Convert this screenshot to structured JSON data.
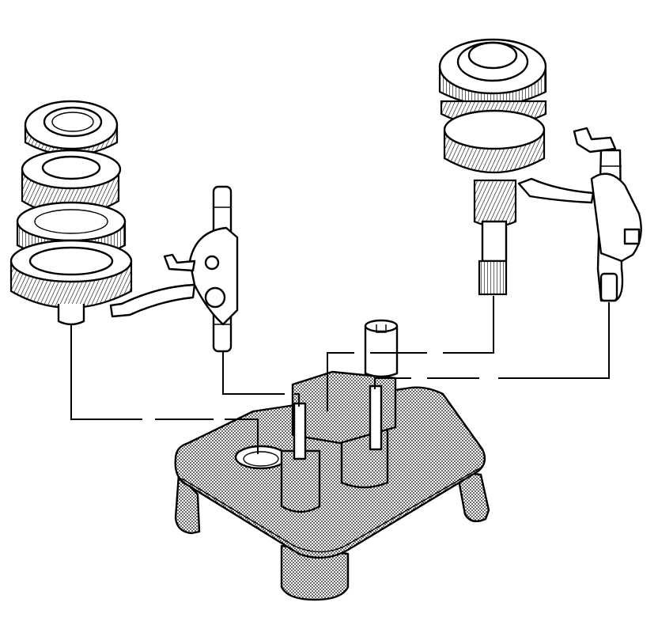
{
  "diagram": {
    "kind": "exploded-assembly",
    "style": "black line art, stippled fixture",
    "colors": {
      "ink": "#000000",
      "background": "#ffffff"
    },
    "components": [
      "countershaft-gear-cluster",
      "left-shift-fork",
      "mainshaft-gear-cluster",
      "right-shift-fork",
      "holding-fixture"
    ]
  }
}
